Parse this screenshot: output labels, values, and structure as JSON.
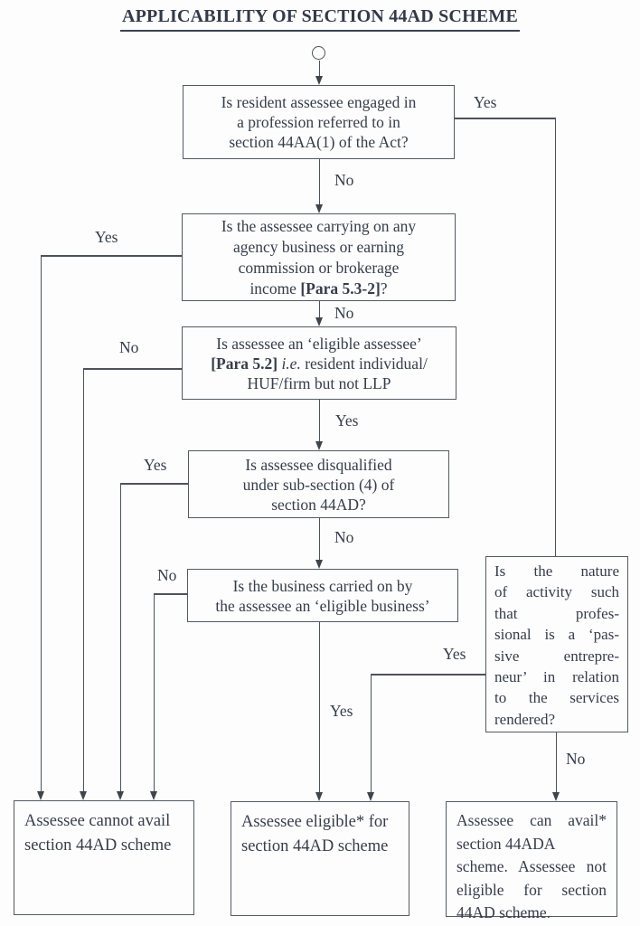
{
  "title": "APPLICABILITY OF SECTION 44AD SCHEME",
  "colors": {
    "ink": "#363d4a",
    "line": "#4d525a",
    "background": "#fdfdfd"
  },
  "labels": {
    "yes": "Yes",
    "no": "No"
  },
  "flow": {
    "q_profession": {
      "lines": [
        "Is resident assessee engaged in",
        "a profession referred to in",
        "section 44AA(1) of the Act?"
      ]
    },
    "q_agency": {
      "lines": [
        "Is the assessee carrying on any",
        "agency business or earning",
        "commission or brokerage",
        "income <b>[Para 5.3-2]</b>?"
      ]
    },
    "q_eligible_assessee": {
      "lines": [
        "Is assessee an ‘eligible assessee’",
        "<b>[Para 5.2]</b> <i>i.e.</i> resident individual/",
        "HUF/firm but not LLP"
      ]
    },
    "q_disqualified": {
      "lines": [
        "Is assessee disqualified",
        "under sub-section (4) of",
        "section 44AD?"
      ]
    },
    "q_eligible_business": {
      "lines": [
        "Is the business carried on by",
        "the assessee an ‘eligible business’"
      ]
    },
    "q_passive_entrepreneur": {
      "lines": [
        "Is the nature",
        "of activity such",
        "that profes-",
        "sional is a ‘pas-",
        "sive entrepre-",
        "neur’ in relation",
        "to the services",
        "rendered?"
      ]
    },
    "result_cannot_avail": {
      "lines": [
        "Assessee cannot avail",
        "section 44AD scheme"
      ]
    },
    "result_eligible": {
      "lines": [
        "Assessee eligible* for",
        "section 44AD scheme"
      ]
    },
    "result_44ada": {
      "lines": [
        "Assessee can avail*",
        "section 44ADA",
        "scheme. Assessee not",
        "eligible for section",
        "44AD scheme."
      ]
    }
  }
}
